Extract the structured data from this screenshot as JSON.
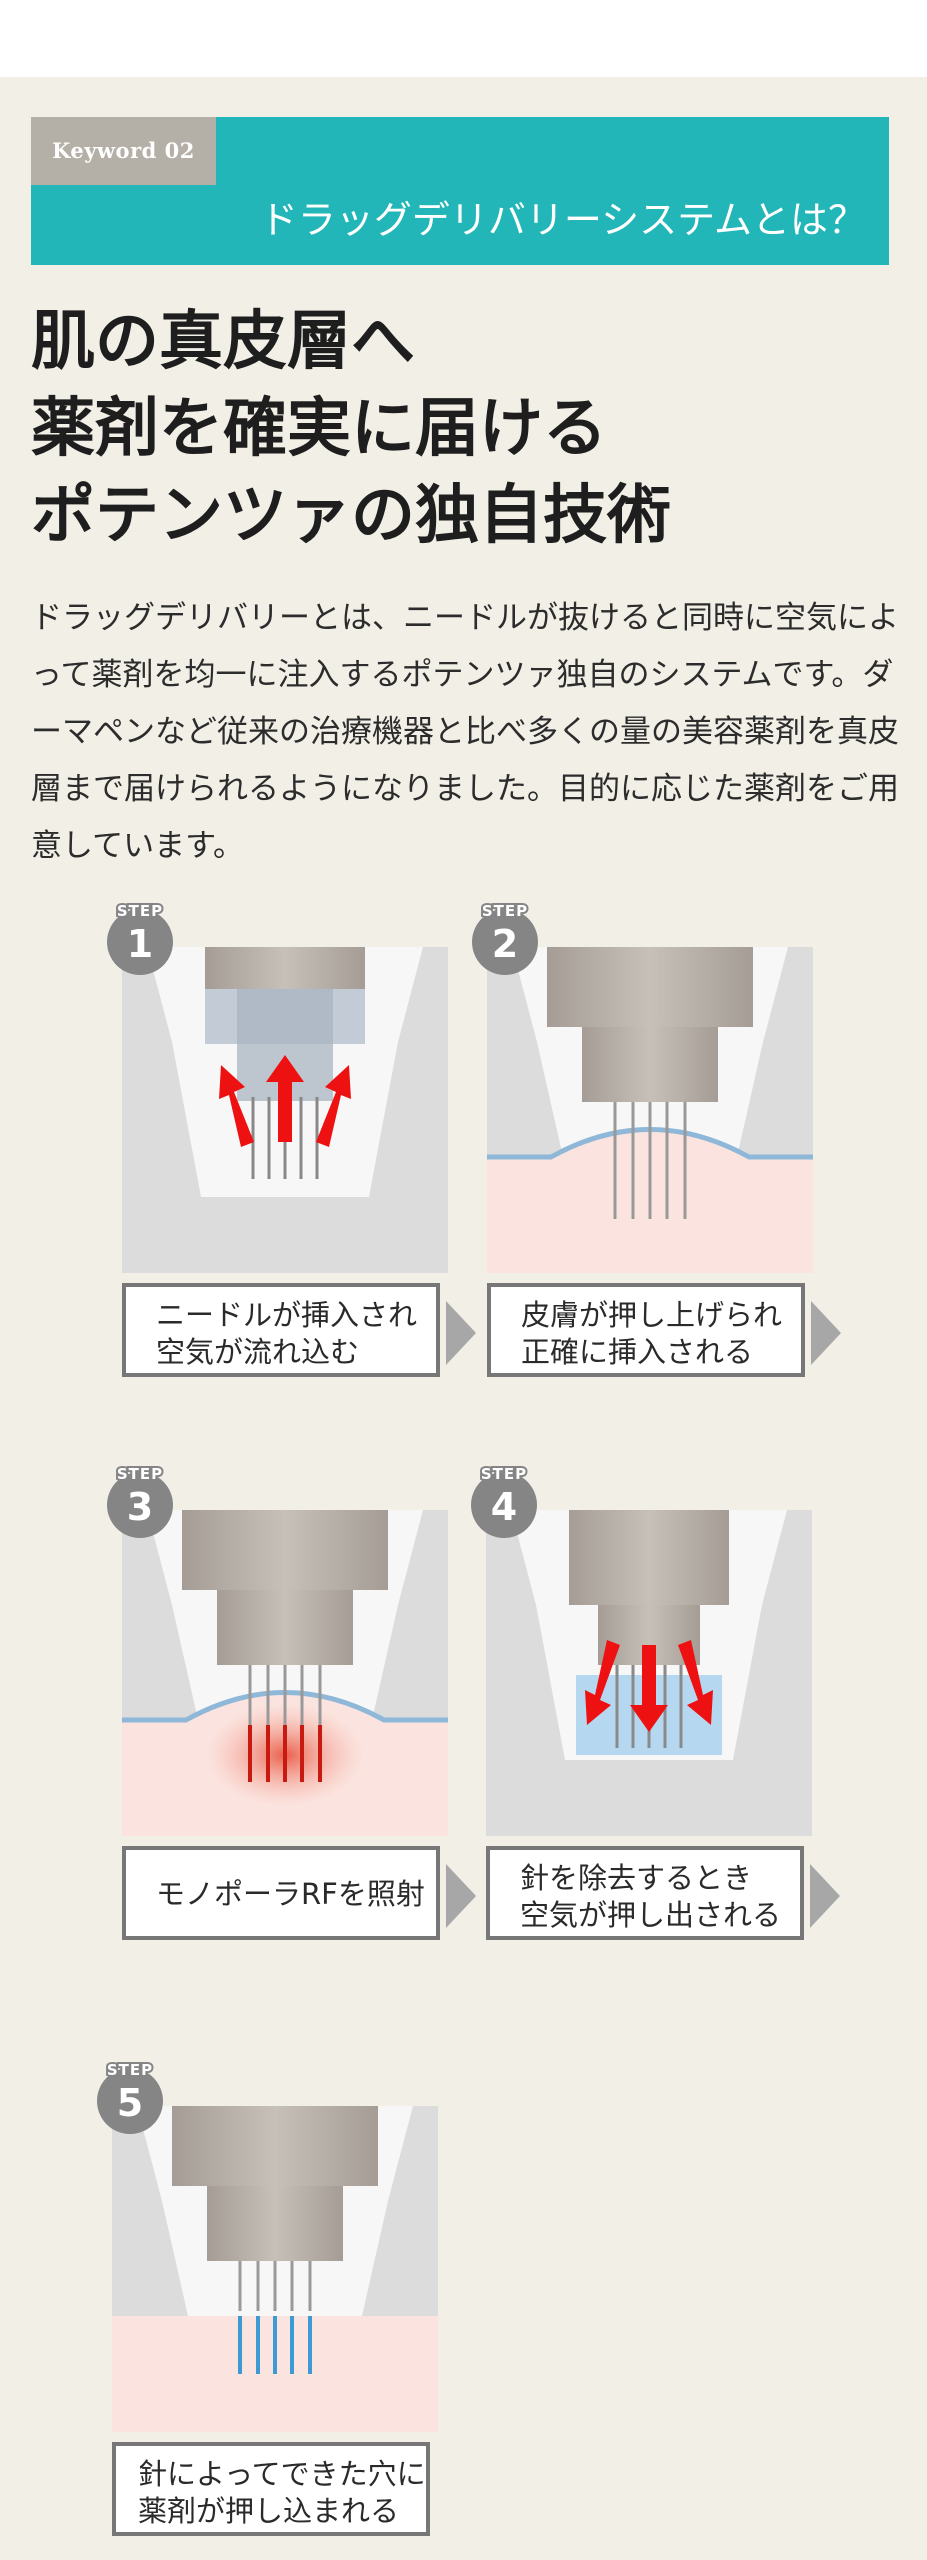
{
  "keyword": {
    "tag": "Keyword 02",
    "title": "ドラッグデリバリーシステムとは？"
  },
  "headline": {
    "lines": [
      "肌の真皮層へ",
      "薬剤を確実に届ける",
      "ポテンツァの独自技術"
    ]
  },
  "description": "ドラッグデリバリーとは、ニードルが抜けると同時に空気によって薬剤を均一に注入するポテンツァ独自のシステムです。ダーマペンなど従来の治療機器と比べ多くの量の美容薬剤を真皮層まで届けられるようになりました。目的に応じた薬剤をご用意しています。",
  "colors": {
    "accent": "#22b6b8",
    "tag_bg": "#b5b0a7",
    "panel_bg": "#f2efe7",
    "arrow_red": "#ee1111",
    "skin": "#fbe4df",
    "liquid_blue": "#9fd0ec"
  },
  "steps": [
    {
      "badge_word": "STEP",
      "number": "1",
      "caption": "ニードルが挿入され\n空気が流れ込む",
      "icon": "up-arrows-icon"
    },
    {
      "badge_word": "STEP",
      "number": "2",
      "caption": "皮膚が押し上げられ\n正確に挿入される",
      "icon": "needles-in-skin-icon"
    },
    {
      "badge_word": "STEP",
      "number": "3",
      "caption": "モノポーラRFを照射",
      "icon": "rf-heat-icon"
    },
    {
      "badge_word": "STEP",
      "number": "4",
      "caption": "針を除去するとき\n空気が押し出される",
      "icon": "down-arrows-icon"
    },
    {
      "badge_word": "STEP",
      "number": "5",
      "caption": "針によってできた穴に\n薬剤が押し込まれる",
      "icon": "drug-infusion-icon"
    }
  ]
}
